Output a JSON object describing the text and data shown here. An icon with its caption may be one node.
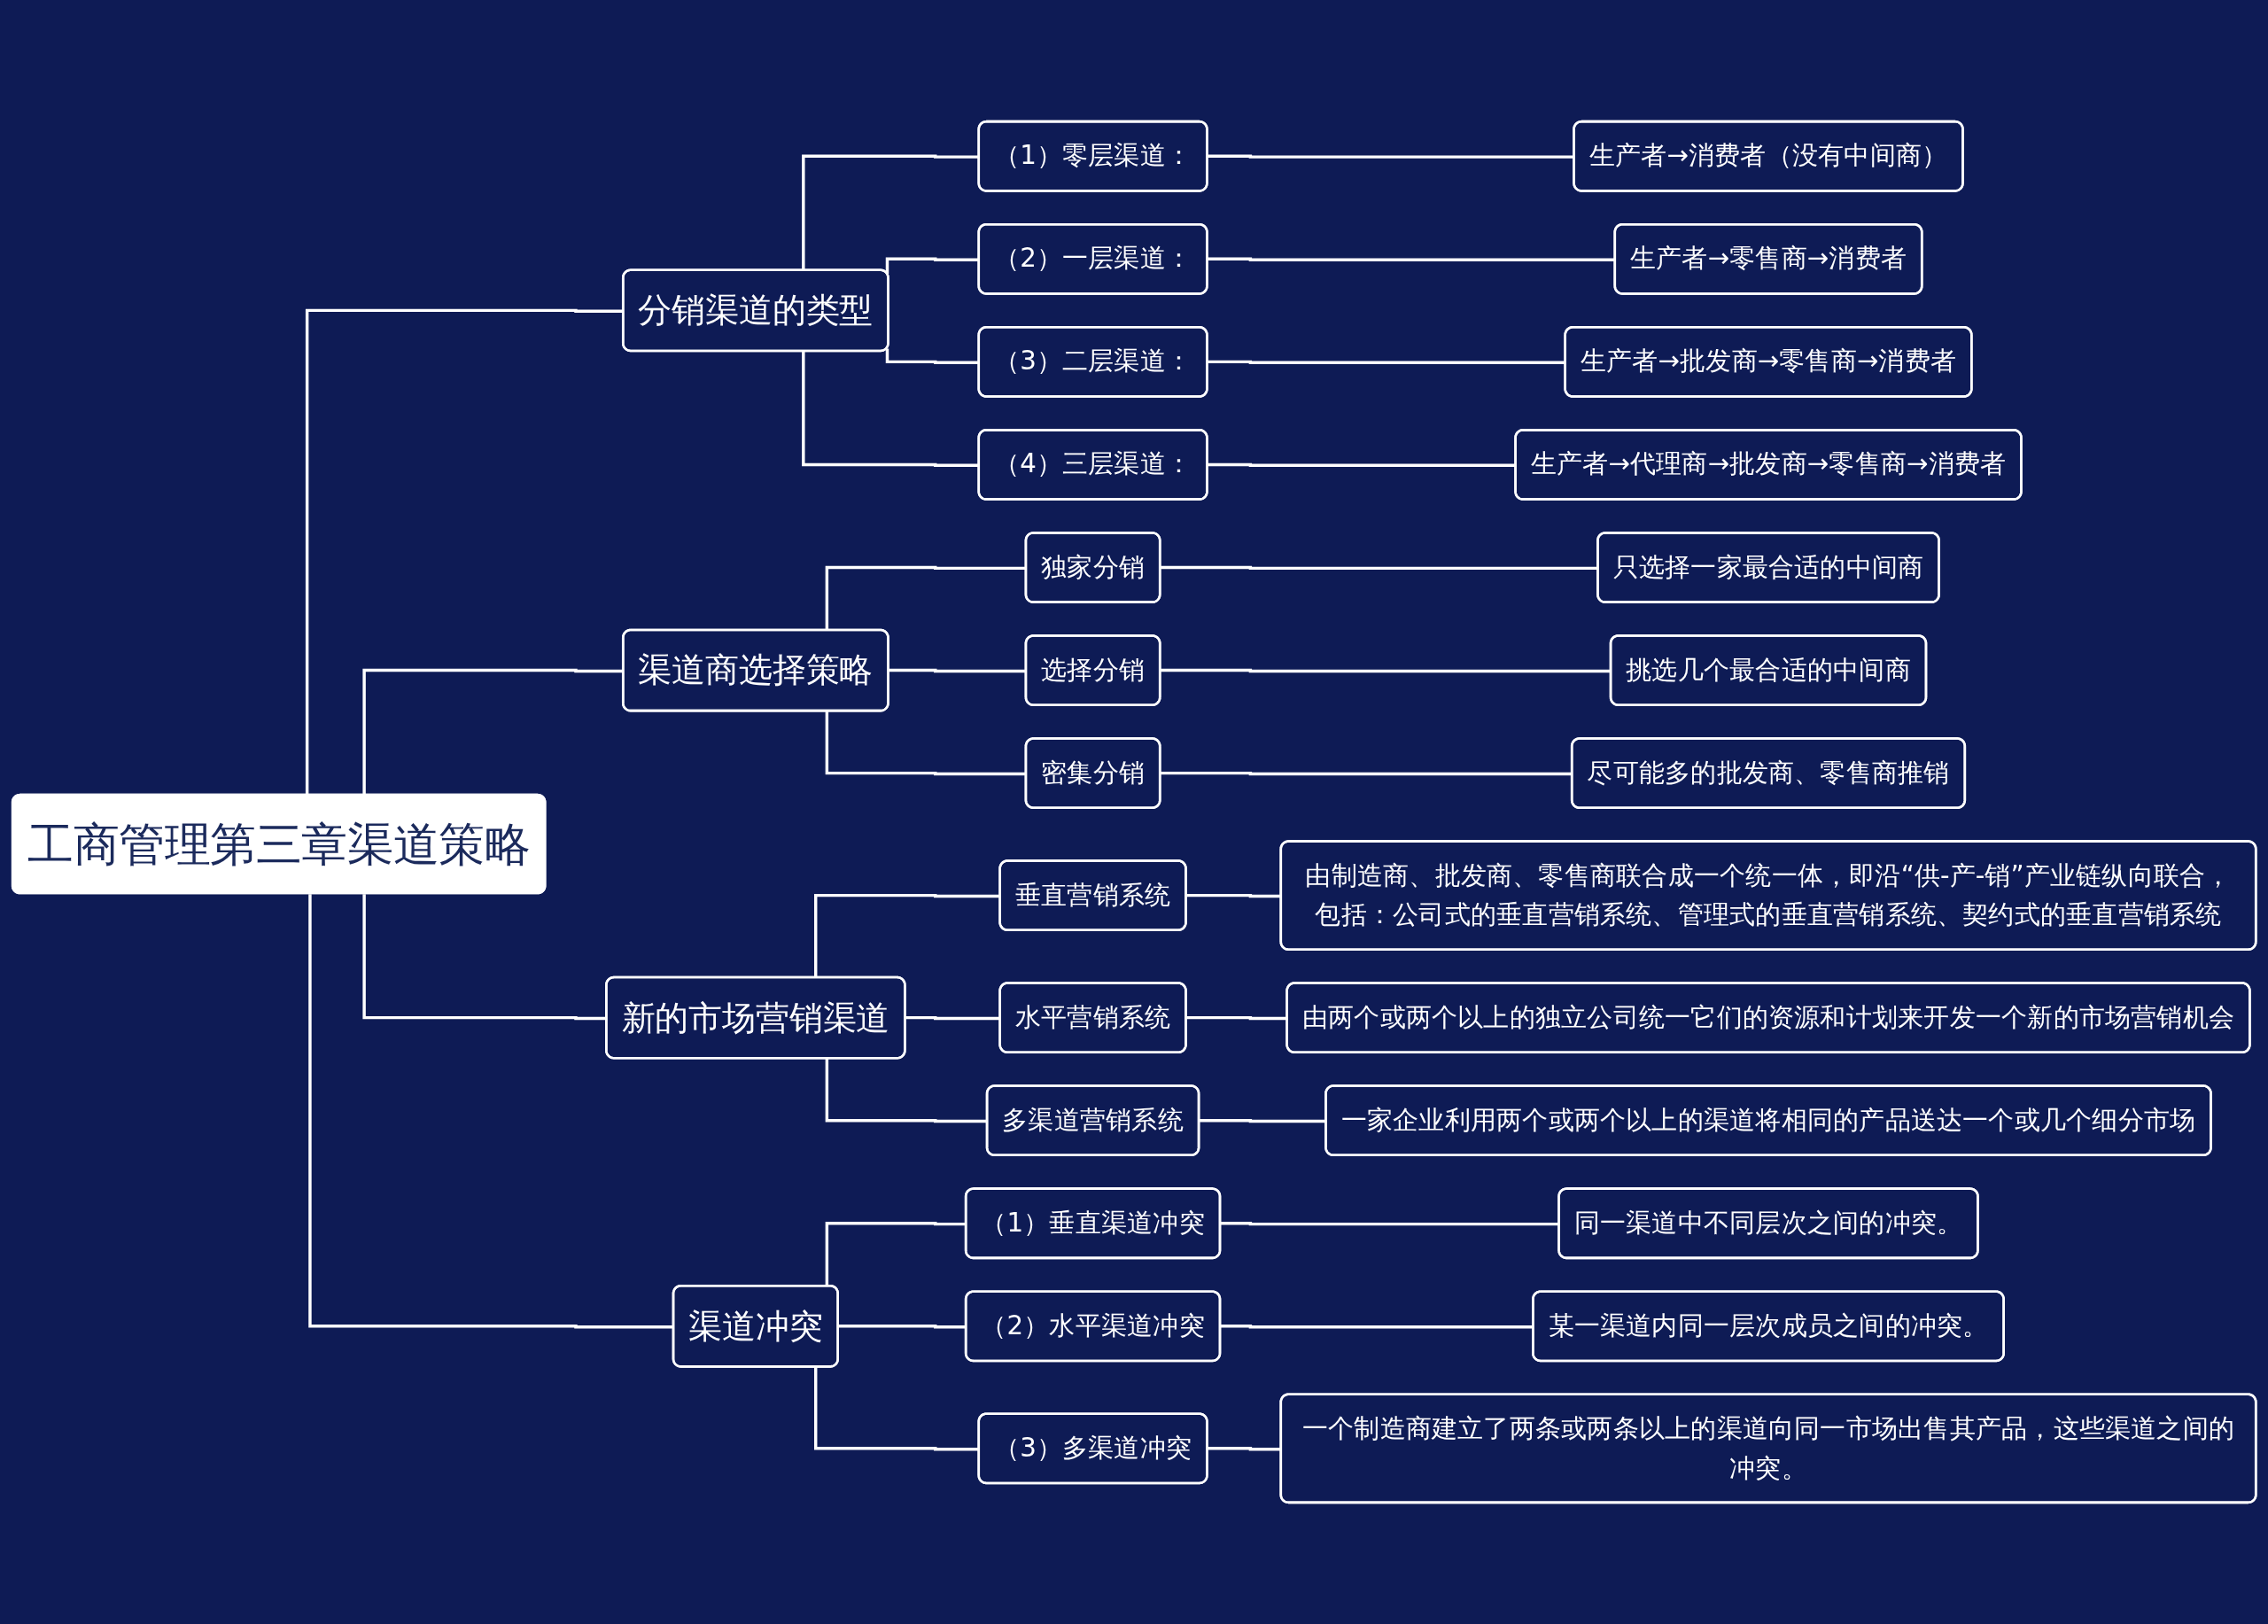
{
  "diagram": {
    "nodes": [
      {
        "text": [
          "工商管理第三章渠道策略"
        ]
      },
      {
        "text": [
          "分销渠道的类型"
        ]
      },
      {
        "text": [
          "（1）零层渠道："
        ]
      },
      {
        "text": [
          "生产者→消费者（没有中间商）"
        ]
      },
      {
        "text": [
          "（2）一层渠道："
        ]
      },
      {
        "text": [
          "生产者→零售商→消费者"
        ]
      },
      {
        "text": [
          "（3）二层渠道："
        ]
      },
      {
        "text": [
          "生产者→批发商→零售商→消费者"
        ]
      },
      {
        "text": [
          "（4）三层渠道："
        ]
      },
      {
        "text": [
          "生产者→代理商→批发商→零售商→消费者"
        ]
      },
      {
        "text": [
          "渠道商选择策略"
        ]
      },
      {
        "text": [
          "独家分销"
        ]
      },
      {
        "text": [
          "只选择一家最合适的中间商"
        ]
      },
      {
        "text": [
          "选择分销"
        ]
      },
      {
        "text": [
          "挑选几个最合适的中间商"
        ]
      },
      {
        "text": [
          "密集分销"
        ]
      },
      {
        "text": [
          "尽可能多的批发商、零售商推销"
        ]
      },
      {
        "text": [
          "新的市场营销渠道"
        ]
      },
      {
        "text": [
          "垂直营销系统"
        ]
      },
      {
        "text": [
          "由制造商、批发商、零售商联合成一个统一体，即沿“供-产-销”产业链纵向联合，包括：公司式的垂直营销系统、管理式的垂直营销系统、契约式的垂直营销系统"
        ]
      },
      {
        "text": [
          "水平营销系统"
        ]
      },
      {
        "text": [
          "由两个或两个以上的独立公司统一它们的资源和计划来开发一个新的市场营销机会"
        ]
      },
      {
        "text": [
          "多渠道营销系统"
        ]
      },
      {
        "text": [
          "一家企业利用两个或两个以上的渠道将相同的产品送达一个或几个细分市场"
        ]
      },
      {
        "text": [
          "渠道冲突"
        ]
      },
      {
        "text": [
          "（1）垂直渠道冲突"
        ]
      },
      {
        "text": [
          "同一渠道中不同层次之间的冲突。"
        ]
      },
      {
        "text": [
          "（2）水平渠道冲突"
        ]
      },
      {
        "text": [
          "某一渠道内同一层次成员之间的冲突。"
        ]
      },
      {
        "text": [
          "（3）多渠道冲突"
        ]
      },
      {
        "text": [
          "一个制造商建立了两条或两条以上的渠道向同一市场出售其产品，这些渠道之间的冲突。"
        ]
      }
    ],
    "edges": [
      {
        "from": 0,
        "to": 1,
        "arrow": "none"
      },
      {
        "from": 1,
        "to": 2,
        "arrow": "none"
      },
      {
        "from": 2,
        "to": 3,
        "arrow": "none"
      },
      {
        "from": 1,
        "to": 4,
        "arrow": "none"
      },
      {
        "from": 4,
        "to": 5,
        "arrow": "none"
      },
      {
        "from": 1,
        "to": 6,
        "arrow": "none"
      },
      {
        "from": 6,
        "to": 7,
        "arrow": "none"
      },
      {
        "from": 1,
        "to": 8,
        "arrow": "none"
      },
      {
        "from": 8,
        "to": 9,
        "arrow": "none"
      },
      {
        "from": 0,
        "to": 10,
        "arrow": "none"
      },
      {
        "from": 10,
        "to": 11,
        "arrow": "none"
      },
      {
        "from": 11,
        "to": 12,
        "arrow": "none"
      },
      {
        "from": 10,
        "to": 13,
        "arrow": "none"
      },
      {
        "from": 13,
        "to": 14,
        "arrow": "none"
      },
      {
        "from": 10,
        "to": 15,
        "arrow": "none"
      },
      {
        "from": 15,
        "to": 16,
        "arrow": "none"
      },
      {
        "from": 0,
        "to": 17,
        "arrow": "none"
      },
      {
        "from": 17,
        "to": 18,
        "arrow": "none"
      },
      {
        "from": 18,
        "to": 19,
        "arrow": "none"
      },
      {
        "from": 17,
        "to": 20,
        "arrow": "none"
      },
      {
        "from": 20,
        "to": 21,
        "arrow": "none"
      },
      {
        "from": 17,
        "to": 22,
        "arrow": "none"
      },
      {
        "from": 22,
        "to": 23,
        "arrow": "none"
      },
      {
        "from": 0,
        "to": 24,
        "arrow": "none"
      },
      {
        "from": 24,
        "to": 25,
        "arrow": "none"
      },
      {
        "from": 25,
        "to": 26,
        "arrow": "none"
      },
      {
        "from": 24,
        "to": 27,
        "arrow": "none"
      },
      {
        "from": 27,
        "to": 28,
        "arrow": "none"
      },
      {
        "from": 24,
        "to": 29,
        "arrow": "none"
      },
      {
        "from": 29,
        "to": 30,
        "arrow": "none"
      }
    ]
  }
}
